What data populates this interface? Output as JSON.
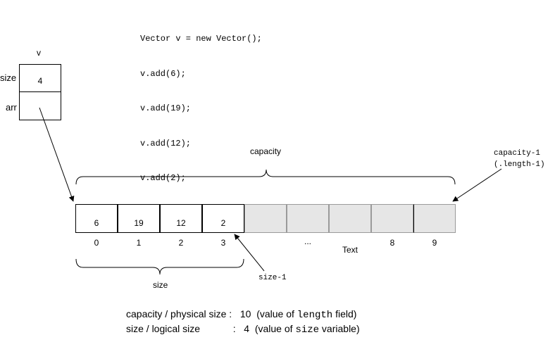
{
  "code": {
    "lines": [
      "Vector v = new Vector();",
      "v.add(6);",
      "v.add(19);",
      "v.add(12);",
      "v.add(2);"
    ]
  },
  "vector_object": {
    "name": "v",
    "size_label": "size",
    "size_value": "4",
    "arr_label": "arr"
  },
  "array": {
    "cells": [
      "6",
      "19",
      "12",
      "2",
      "",
      "",
      "",
      "",
      "",
      ""
    ],
    "indices": [
      "0",
      "1",
      "2",
      "3",
      "...",
      "8",
      "9"
    ],
    "stray_text": "Text"
  },
  "annotations": {
    "capacity": "capacity",
    "capacity_minus_1": "capacity-1",
    "length_minus_1": "(.length-1)",
    "size": "size",
    "size_minus_1": "size-1"
  },
  "footer": {
    "line1_prefix": "capacity / physical size :   10  (value of ",
    "line1_code": "length",
    "line1_suffix": " field)",
    "line2_prefix": "size / logical size            :   4  (value of ",
    "line2_code": "size",
    "line2_suffix": " variable)"
  }
}
